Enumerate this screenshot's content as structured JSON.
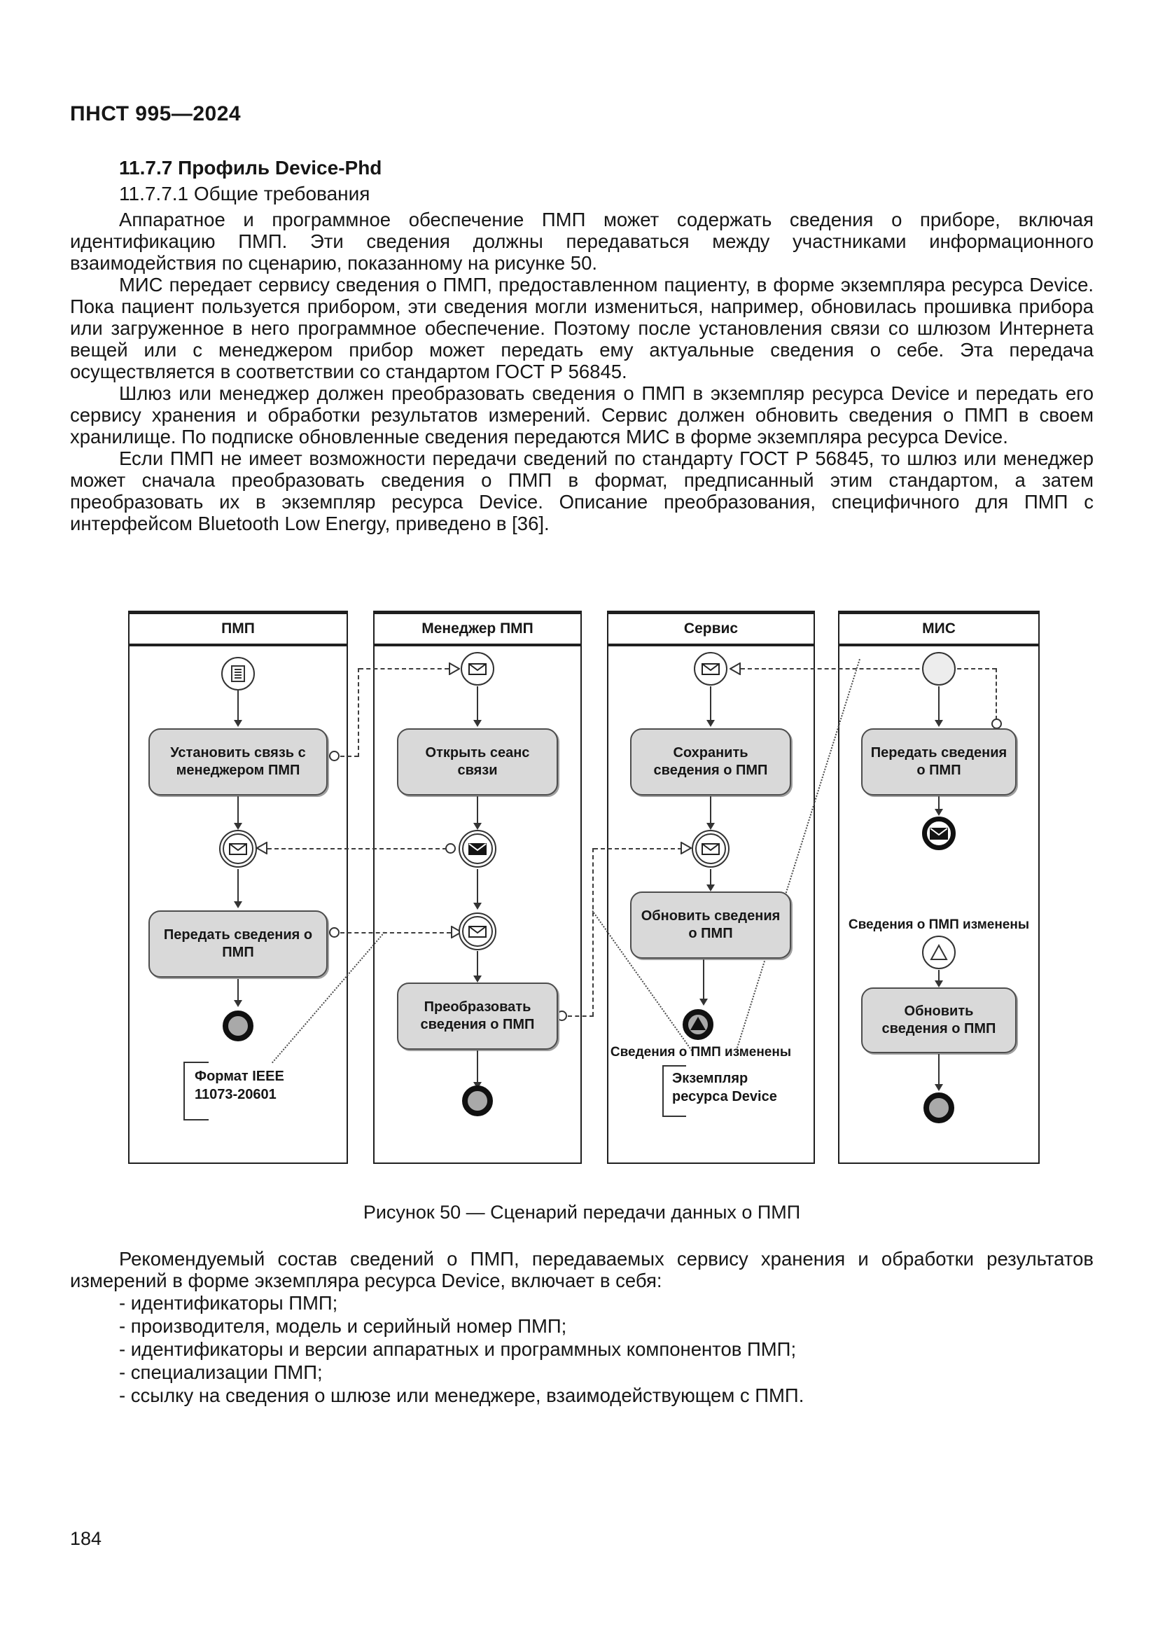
{
  "page": {
    "header": "ПНСТ 995—2024",
    "number": "184"
  },
  "section": {
    "heading": "11.7.7 Профиль Device-Phd",
    "subheading": "11.7.7.1 Общие требования"
  },
  "content": {
    "p1": "Аппаратное и программное обеспечение ПМП может содержать сведения о приборе, включая идентификацию ПМП. Эти сведения должны передаваться между участниками информационного взаимодействия по сценарию, показанному на рисунке 50.",
    "p2": "МИС передает сервису сведения о ПМП, предоставленном пациенту, в форме экземпляра ресурса Device. Пока пациент пользуется прибором, эти сведения могли измениться, например, обновилась прошивка прибора или загруженное в него программное обеспечение. Поэтому после установления связи со шлюзом Интернета вещей или с менеджером прибор может передать ему актуальные сведения о себе. Эта передача осуществляется в соответствии со стандартом ГОСТ Р 56845.",
    "p3": "Шлюз или менеджер должен преобразовать сведения о ПМП в экземпляр ресурса Device и передать его сервису хранения и обработки результатов измерений. Сервис должен обновить сведения о ПМП в своем хранилище. По подписке обновленные сведения передаются МИС в форме экземпляра ресурса Device.",
    "p4": "Если ПМП не имеет возможности передачи сведений по стандарту ГОСТ Р 56845, то шлюз или менеджер может сначала преобразовать сведения о ПМП в формат, предписанный этим стандартом, а затем преобразовать их в экземпляр ресурса Device. Описание преобразования, специфичного для ПМП с интерфейсом Bluetooth Low Energy, приведено в [36].",
    "after_intro": "Рекомендуемый состав сведений о ПМП, передаваемых сервису хранения и обработки результатов измерений в форме экземпляра ресурса Device, включает в себя:",
    "items": [
      "- идентификаторы ПМП;",
      "- производителя, модель и серийный номер ПМП;",
      "- идентификаторы и версии аппаратных и программных компонентов ПМП;",
      "- специализации ПМП;",
      "- ссылку на сведения о шлюзе или менеджере, взаимодействующем с ПМП."
    ]
  },
  "figure": {
    "caption": "Рисунок 50 — Сценарий передачи данных о ПМП",
    "colors": {
      "task_fill": "#d9d9d9",
      "end_event_fill": "#a9a9a9",
      "line": "#333333"
    },
    "lanes": [
      {
        "title": "ПМП",
        "tasks": [
          "Установить связь с менеджером ПМП",
          "Передать сведения о ПМП"
        ],
        "annotation": {
          "line1": "Формат IEEE",
          "line2": "11073-20601"
        }
      },
      {
        "title": "Менеджер ПМП",
        "tasks": [
          "Открыть сеанс связи",
          "Преобразовать сведения о ПМП"
        ]
      },
      {
        "title": "Сервис",
        "tasks": [
          "Сохранить сведения о ПМП",
          "Обновить сведения о ПМП"
        ],
        "signal_label": "Сведения о ПМП изменены",
        "annotation": {
          "line1": "Экземпляр",
          "line2": "ресурса Device"
        }
      },
      {
        "title": "МИС",
        "tasks": [
          "Передать сведения о ПМП",
          "Обновить сведения о ПМП"
        ],
        "signal_label": "Сведения о ПМП изменены"
      }
    ]
  }
}
